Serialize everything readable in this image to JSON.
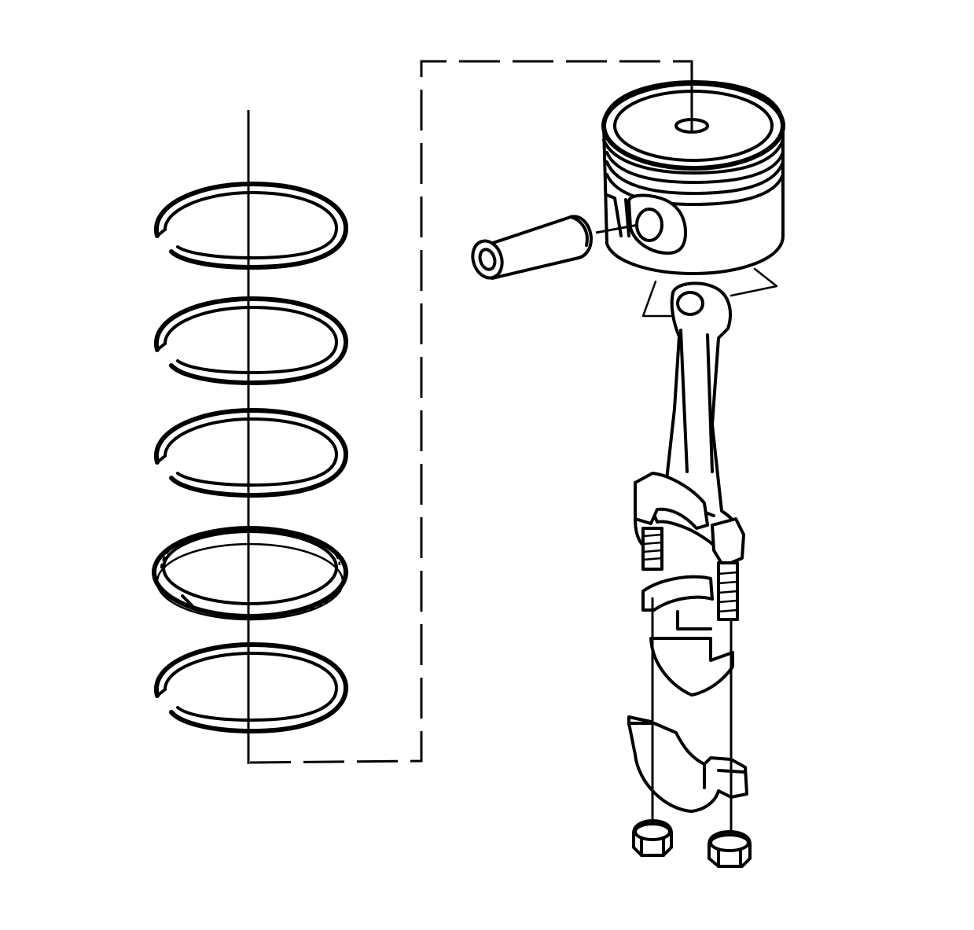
{
  "figure": {
    "domain": "Diagram",
    "background": "#ffffff",
    "line_color": "#000000",
    "components": [
      "top-compression-ring",
      "second-compression-ring",
      "oil-ring-rail-upper",
      "oil-ring-expander",
      "oil-ring-rail-lower",
      "piston",
      "piston-pin",
      "connecting-rod",
      "connecting-rod-bolt",
      "connecting-rod-bearing-upper",
      "connecting-rod-bearing-lower",
      "connecting-rod-cap",
      "connecting-rod-nut"
    ]
  }
}
